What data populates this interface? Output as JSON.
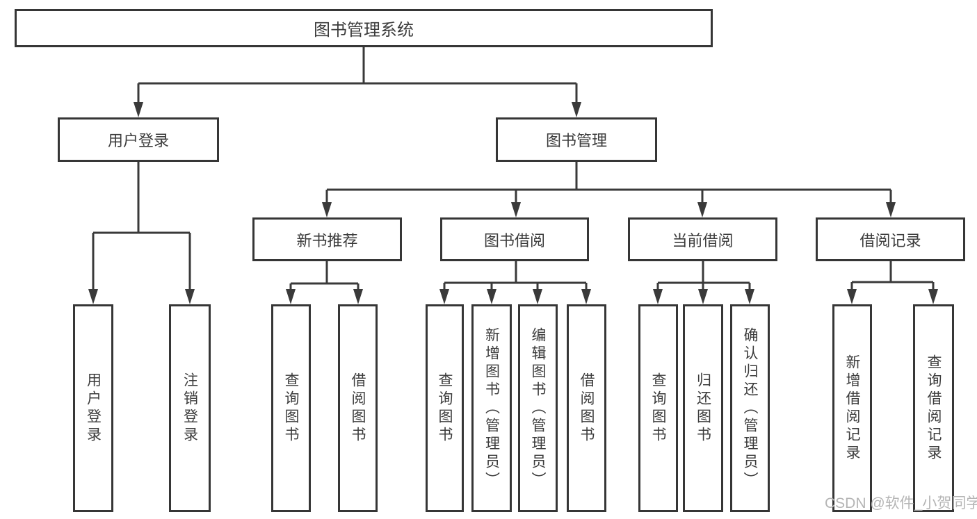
{
  "diagram": {
    "root": {
      "label": "图书管理系统"
    },
    "level2": [
      {
        "label": "用户登录"
      },
      {
        "label": "图书管理"
      }
    ],
    "level3": [
      {
        "label": "新书推荐"
      },
      {
        "label": "图书借阅"
      },
      {
        "label": "当前借阅"
      },
      {
        "label": "借阅记录"
      }
    ],
    "leaves": {
      "user_login": [
        {
          "label": "用户登录"
        },
        {
          "label": "注销登录"
        }
      ],
      "new_book": [
        {
          "label": "查询图书"
        },
        {
          "label": "借阅图书"
        }
      ],
      "book_borrow": [
        {
          "label": "查询图书"
        },
        {
          "label": "新增图书（管理员）"
        },
        {
          "label": "编辑图书（管理员）"
        },
        {
          "label": "借阅图书"
        }
      ],
      "current_borrow": [
        {
          "label": "查询图书"
        },
        {
          "label": "归还图书"
        },
        {
          "label": "确认归还（管理员）"
        }
      ],
      "records": [
        {
          "label": "新增借阅记录"
        },
        {
          "label": "查询借阅记录"
        }
      ]
    }
  },
  "watermark": {
    "text": "CSDN @软件_小贺同学"
  },
  "colors": {
    "line": "#3a3a3a",
    "border": "#363636",
    "text": "#3c3c3c",
    "background": "#ffffff",
    "watermark": "#b5b5b5"
  }
}
